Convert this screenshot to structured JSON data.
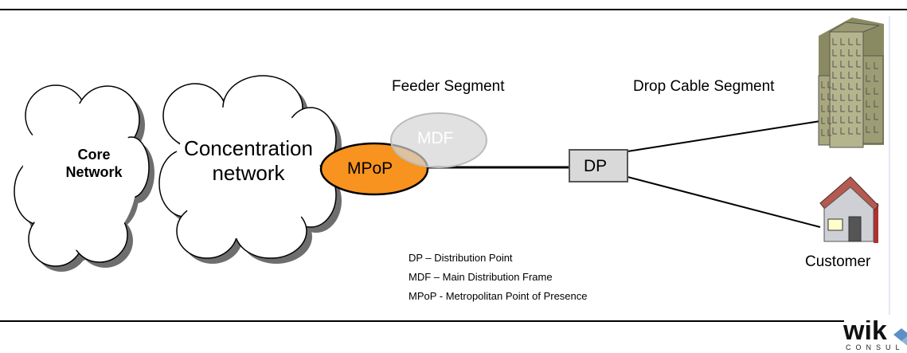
{
  "diagram": {
    "core_network": {
      "line1": "Core",
      "line2": "Network"
    },
    "concentration_network": {
      "line1": "Concentration",
      "line2": "network"
    },
    "nodes": {
      "mpop": "MPoP",
      "mdf": "MDF",
      "dp": "DP"
    },
    "segments": {
      "feeder": "Feeder Segment",
      "drop": "Drop Cable Segment"
    },
    "customer": "Customer",
    "legend": [
      "DP – Distribution Point",
      "MDF – Main Distribution Frame",
      "MPoP - Metropolitan Point of Presence"
    ]
  },
  "logo": {
    "word": "wik",
    "sub": "CONSUL"
  },
  "colors": {
    "mpop_fill": "#f7931e",
    "mdf_fill": "#d4d4d4",
    "dp_fill": "#d9d9d9",
    "building": "#b4b58c",
    "roof": "#b45a50"
  }
}
